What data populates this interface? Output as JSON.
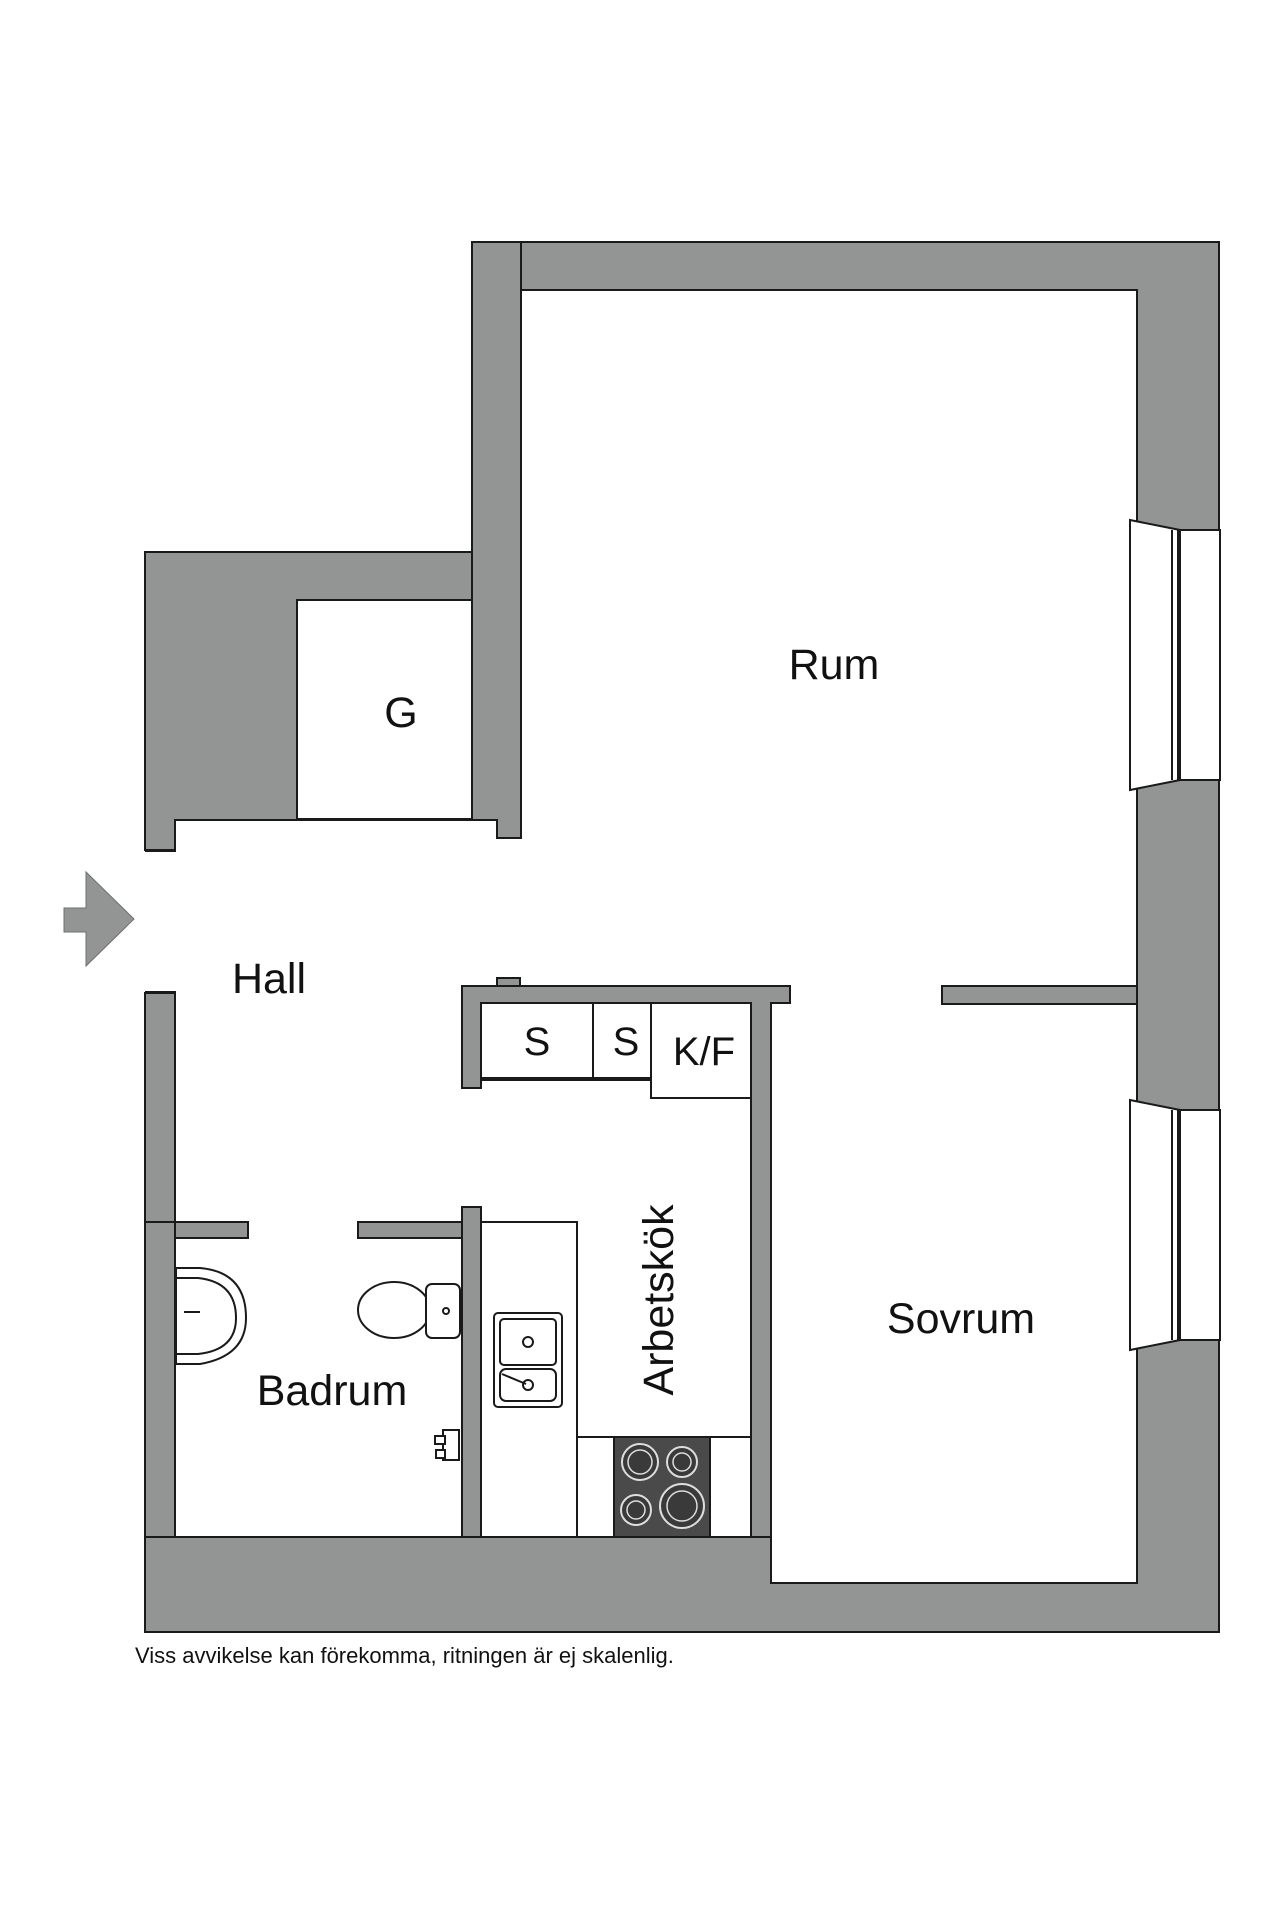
{
  "rooms": {
    "rum": "Rum",
    "g": "G",
    "hall": "Hall",
    "s1": "S",
    "s2": "S",
    "kf": "K/F",
    "arbetskok": "Arbetskök",
    "sovrum": "Sovrum",
    "badrum": "Badrum"
  },
  "disclaimer": "Viss avvikelse kan förekomma, ritningen är ej skalenlig.",
  "icons": {
    "entrance": "entrance-arrow-icon",
    "toilet": "toilet-icon",
    "washbasin": "washbasin-icon",
    "sink": "sink-icon",
    "stove": "stove-icon",
    "faucet": "faucet-icon"
  },
  "colors": {
    "wall": "#939595",
    "stove": "#4a4a4a"
  }
}
